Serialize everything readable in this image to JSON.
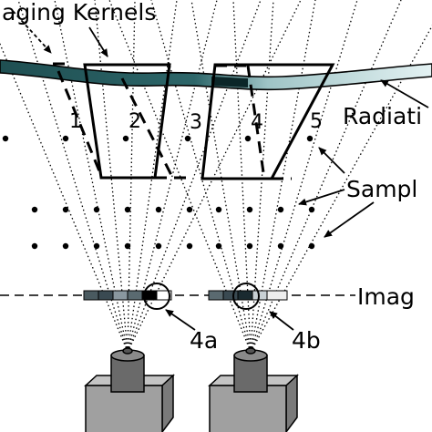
{
  "labels": {
    "imaging_kernels": "aging Kernels",
    "radiation": "Radiati",
    "samples": "Sampl",
    "image": "Imag"
  },
  "ray_numbers": [
    "1",
    "2",
    "3",
    "4",
    "5"
  ],
  "pixel_labels": [
    "4a",
    "4b"
  ],
  "colors": {
    "band_dark": "#1f4f52",
    "band_light": "#cfe8ea",
    "ink": "#000000",
    "camera_top": "#7d7d7d",
    "camera_body": "#6a6a6a",
    "base_front": "#a0a0a0",
    "base_top": "#c4c4c4"
  }
}
